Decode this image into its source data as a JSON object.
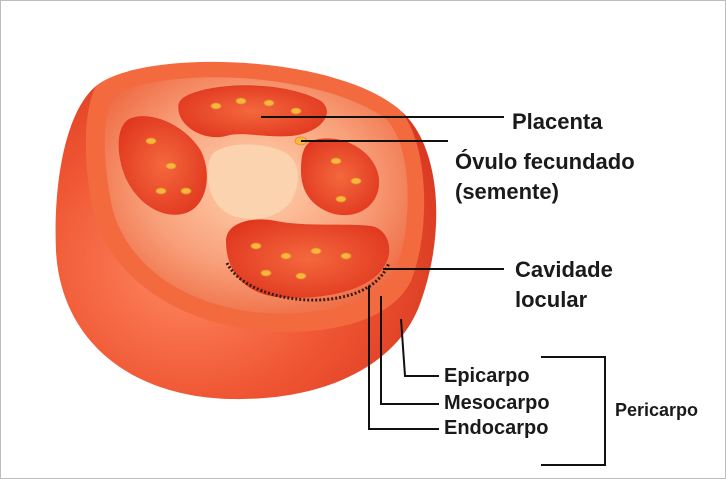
{
  "labels": {
    "placenta": "Placenta",
    "ovulo_line1": "Óvulo fecundado",
    "ovulo_line2": "(semente)",
    "cavidade_line1": "Cavidade",
    "cavidade_line2": "locular",
    "epicarpo": "Epicarpo",
    "mesocarpo": "Mesocarpo",
    "endocarpo": "Endocarpo",
    "pericarpo": "Pericarpo"
  },
  "colors": {
    "tomato_skin": "#e8452c",
    "tomato_flesh": "#f26a3e",
    "locule": "#e8482a",
    "placenta": "#f9c7a0",
    "seed": "#f7c24a",
    "leader_line": "#111111"
  }
}
